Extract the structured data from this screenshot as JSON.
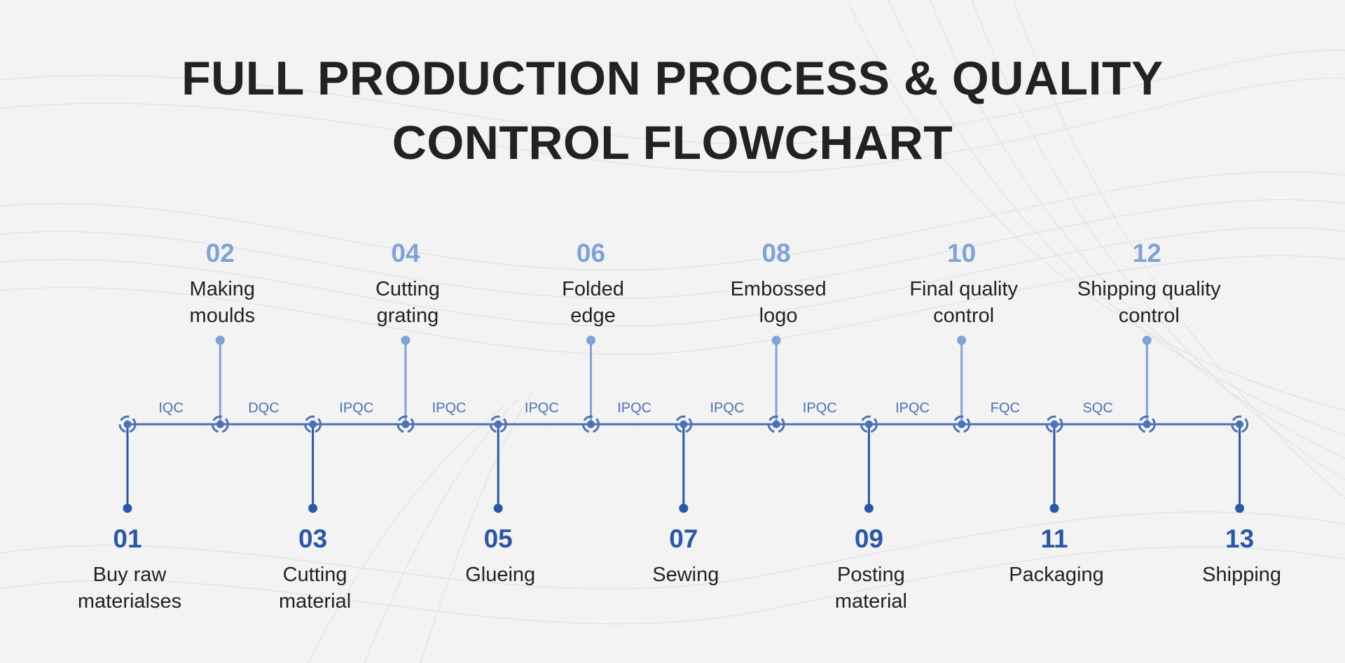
{
  "title": {
    "line1": "FULL PRODUCTION PROCESS & QUALITY",
    "line2": "CONTROL FLOWCHART"
  },
  "colors": {
    "primary": "#2a57a8",
    "light": "#7fa3d6",
    "line": "#4a72b8",
    "text": "#222222",
    "background": "#f3f3f4"
  },
  "steps": [
    {
      "number": "01",
      "label": [
        "Buy raw",
        "materialses"
      ],
      "position": "bottom"
    },
    {
      "number": "02",
      "label": [
        "Making",
        "moulds"
      ],
      "position": "top"
    },
    {
      "number": "03",
      "label": [
        "Cutting",
        "material"
      ],
      "position": "bottom"
    },
    {
      "number": "04",
      "label": [
        "Cutting",
        "grating"
      ],
      "position": "top"
    },
    {
      "number": "05",
      "label": [
        "Glueing"
      ],
      "position": "bottom"
    },
    {
      "number": "06",
      "label": [
        "Folded",
        "edge"
      ],
      "position": "top"
    },
    {
      "number": "07",
      "label": [
        "Sewing"
      ],
      "position": "bottom"
    },
    {
      "number": "08",
      "label": [
        "Embossed",
        "logo"
      ],
      "position": "top"
    },
    {
      "number": "09",
      "label": [
        "Posting",
        "material"
      ],
      "position": "bottom"
    },
    {
      "number": "10",
      "label": [
        "Final quality",
        "control"
      ],
      "position": "top"
    },
    {
      "number": "11",
      "label": [
        "Packaging"
      ],
      "position": "bottom"
    },
    {
      "number": "12",
      "label": [
        "Shipping quality",
        "control"
      ],
      "position": "top"
    },
    {
      "number": "13",
      "label": [
        "Shipping"
      ],
      "position": "bottom"
    }
  ],
  "qc_checks": [
    "IQC",
    "DQC",
    "IPQC",
    "IPQC",
    "IPQC",
    "IPQC",
    "IPQC",
    "IPQC",
    "IPQC",
    "FQC",
    "SQC"
  ]
}
